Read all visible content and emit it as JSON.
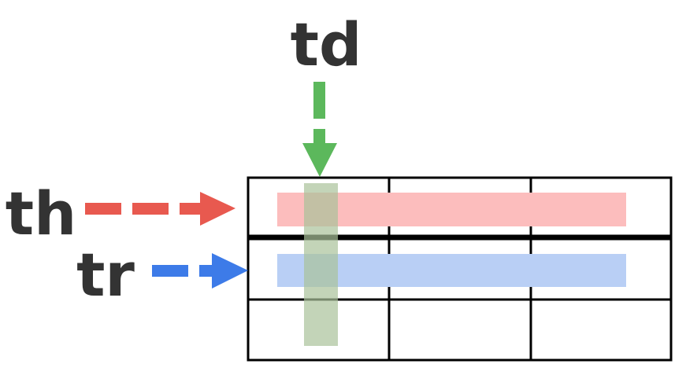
{
  "labels": {
    "td": "td",
    "th": "th",
    "tr": "tr"
  },
  "colors": {
    "td_arrow": "#5cb85c",
    "th_arrow": "#e8594f",
    "tr_arrow": "#3d7be8",
    "th_highlight": "#fcbdbd",
    "tr_highlight": "#b9cff5",
    "td_highlight": "#a9c29a",
    "text": "#333333",
    "grid": "#000000"
  },
  "table": {
    "rows": 3,
    "columns": 3
  }
}
